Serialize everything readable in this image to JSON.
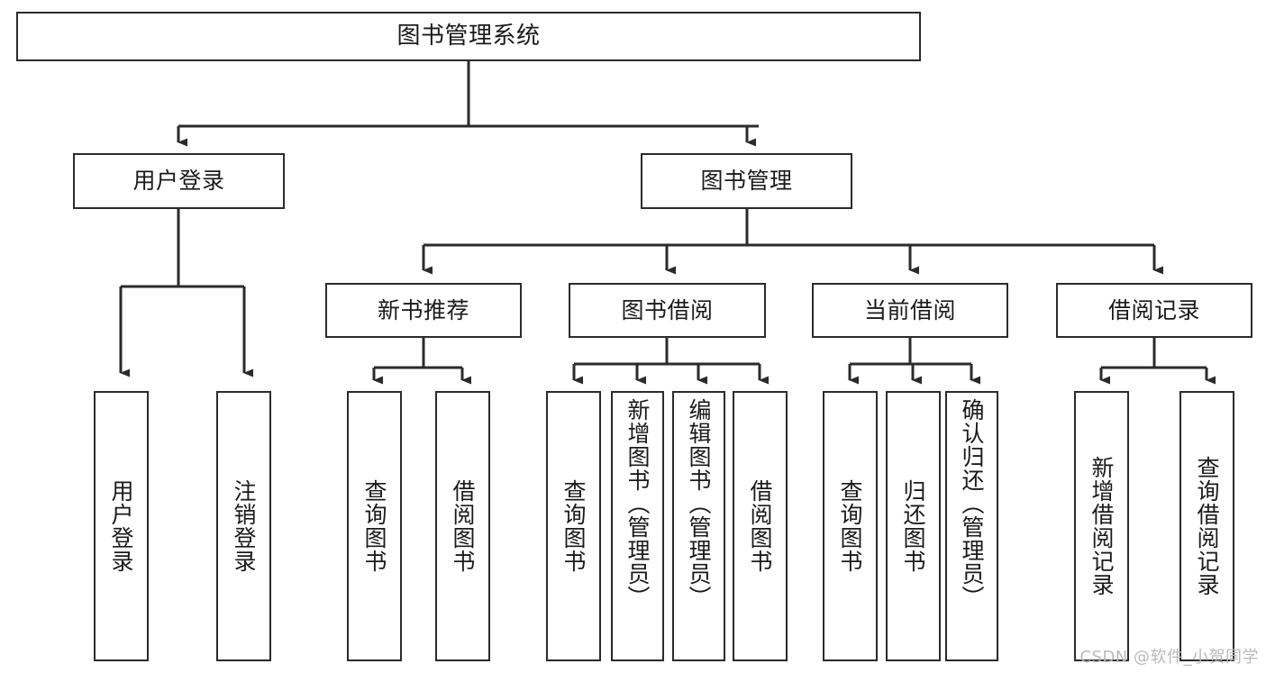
{
  "diagram": {
    "type": "tree",
    "title": "图书管理系统",
    "orientation": "top-down",
    "colors": {
      "stroke": "#2b2b2b",
      "fill": "#ffffff",
      "text": "#1a1a1a",
      "watermark": "#b9b9b9"
    },
    "nodes": {
      "root": {
        "label": "图书管理系统"
      },
      "level2": [
        {
          "label": "用户登录"
        },
        {
          "label": "图书管理"
        }
      ],
      "level3": [
        {
          "label": "新书推荐"
        },
        {
          "label": "图书借阅"
        },
        {
          "label": "当前借阅"
        },
        {
          "label": "借阅记录"
        }
      ],
      "leaves": {
        "user_login": [
          {
            "label": "用户登录"
          },
          {
            "label": "注销登录"
          }
        ],
        "new_book_recommend": [
          {
            "label": "查询图书"
          },
          {
            "label": "借阅图书"
          }
        ],
        "book_borrow": [
          {
            "label": "查询图书"
          },
          {
            "label": "新增图书（管理员）"
          },
          {
            "label": "编辑图书（管理员）"
          },
          {
            "label": "借阅图书"
          }
        ],
        "current_borrow": [
          {
            "label": "查询图书"
          },
          {
            "label": "归还图书"
          },
          {
            "label": "确认归还（管理员）"
          }
        ],
        "borrow_record": [
          {
            "label": "新增借阅记录"
          },
          {
            "label": "查询借阅记录"
          }
        ]
      }
    },
    "watermark": "CSDN @软件_小贺同学"
  }
}
